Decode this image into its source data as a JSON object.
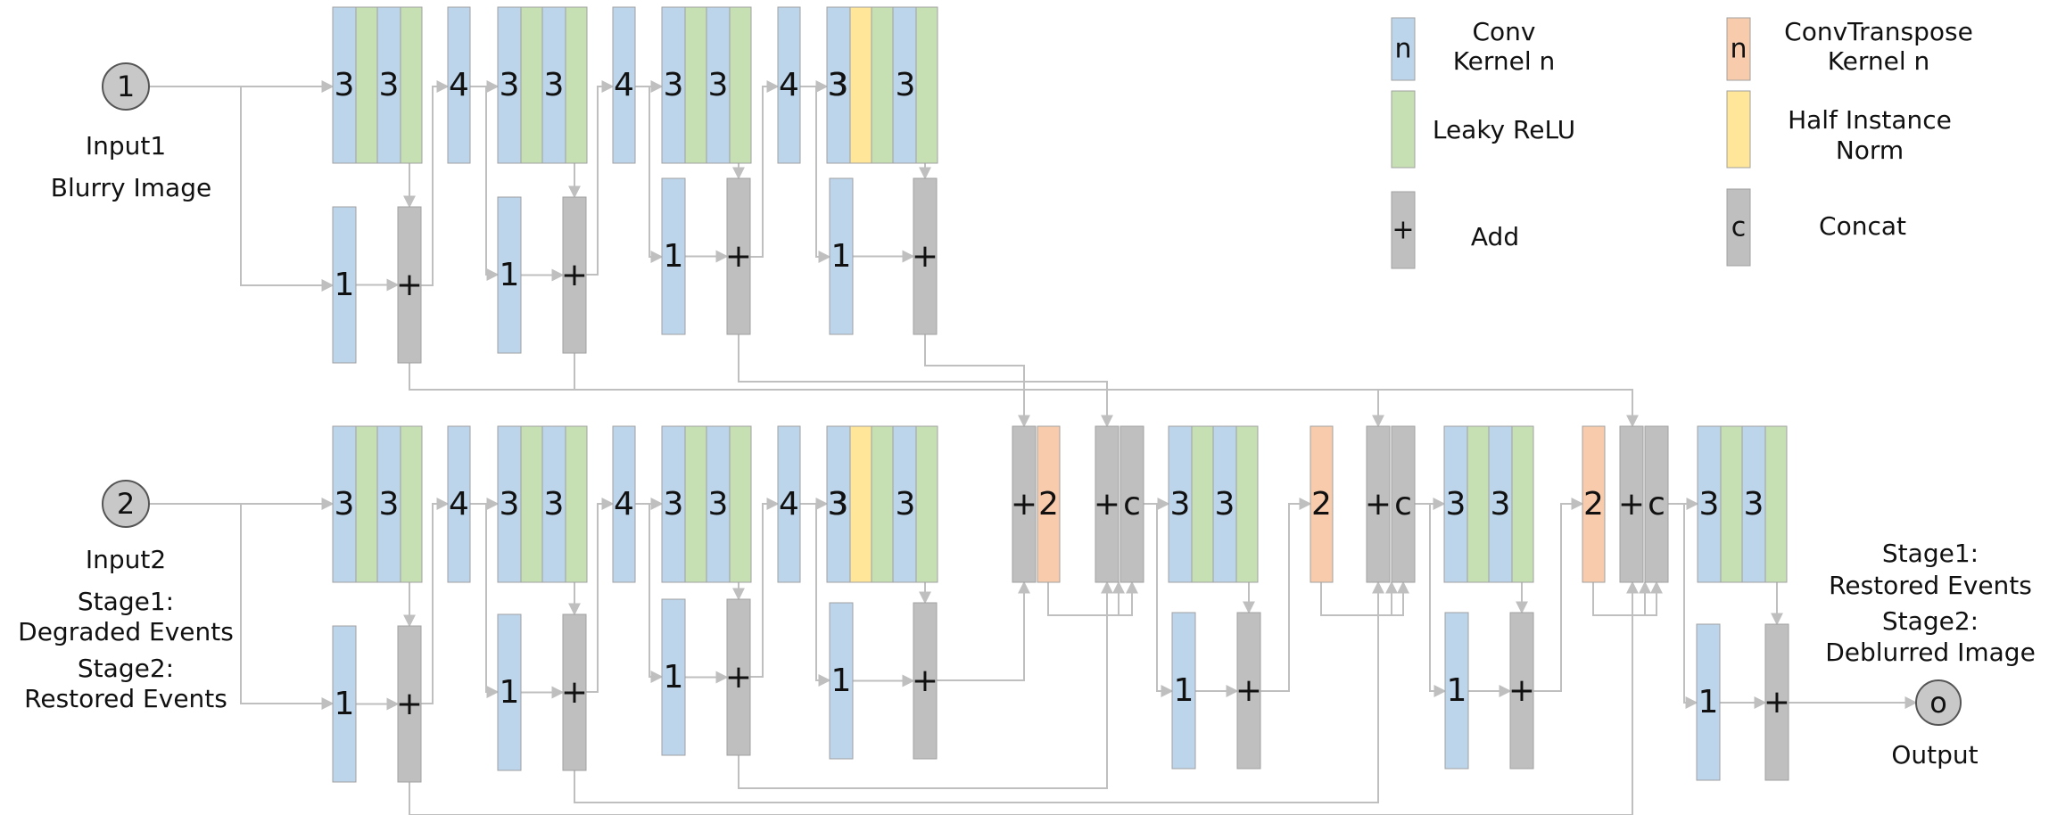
{
  "inputs": {
    "input1": {
      "node": "1",
      "name": "Input1",
      "desc": "Blurry Image"
    },
    "input2": {
      "node": "2",
      "name": "Input2",
      "desc1": "Stage1:",
      "desc2": "Degraded Events",
      "desc3": "Stage2:",
      "desc4": "Restored Events"
    }
  },
  "output": {
    "node": "o",
    "name": "Output",
    "desc1": "Stage1:",
    "desc2": "Restored Events",
    "desc3": "Stage2:",
    "desc4": "Deblurred Image"
  },
  "blocks": {
    "conv3": "3",
    "conv4": "4",
    "conv1": "1",
    "conv2": "2",
    "add": "+",
    "concat": "c"
  },
  "legend": {
    "conv": {
      "symbol": "n",
      "label1": "Conv",
      "label2": "Kernel n"
    },
    "relu": {
      "symbol": "",
      "label1": "Leaky ReLU"
    },
    "add": {
      "symbol": "+",
      "label1": "Add"
    },
    "convt": {
      "symbol": "n",
      "label1": "ConvTranspose",
      "label2": "Kernel n"
    },
    "hin": {
      "symbol": "",
      "label1": "Half Instance",
      "label2": "Norm"
    },
    "concat": {
      "symbol": "c",
      "label1": "Concat"
    }
  },
  "colors": {
    "conv": "#bdd5ea",
    "relu": "#c6e0b4",
    "add": "#bfbfbf",
    "convt": "#f8cbad",
    "hin": "#ffe699",
    "concat": "#bfbfbf",
    "node": "#c8c8c8",
    "wire": "#bfbfbf"
  }
}
